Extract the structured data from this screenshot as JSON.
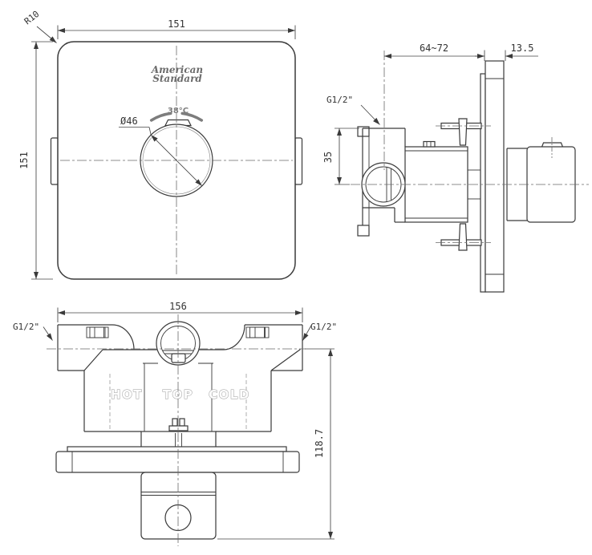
{
  "drawing": {
    "brand": {
      "line1": "American",
      "line2": "Standard"
    },
    "front_view": {
      "width_dim": "151",
      "height_dim": "151",
      "corner_radius": "R10",
      "knob_diameter": "Ø46",
      "temp_marking": "38°C"
    },
    "side_view": {
      "depth_range": "64~72",
      "plate_thickness": "13.5",
      "thread_label": "G1/2\"",
      "port_offset": "35"
    },
    "bottom_view": {
      "width_dim": "156",
      "height_dim": "118.7",
      "thread_left": "G1/2\"",
      "thread_right": "G1/2\"",
      "port_labels": [
        "HOT",
        "TOP",
        "COLD"
      ]
    }
  }
}
